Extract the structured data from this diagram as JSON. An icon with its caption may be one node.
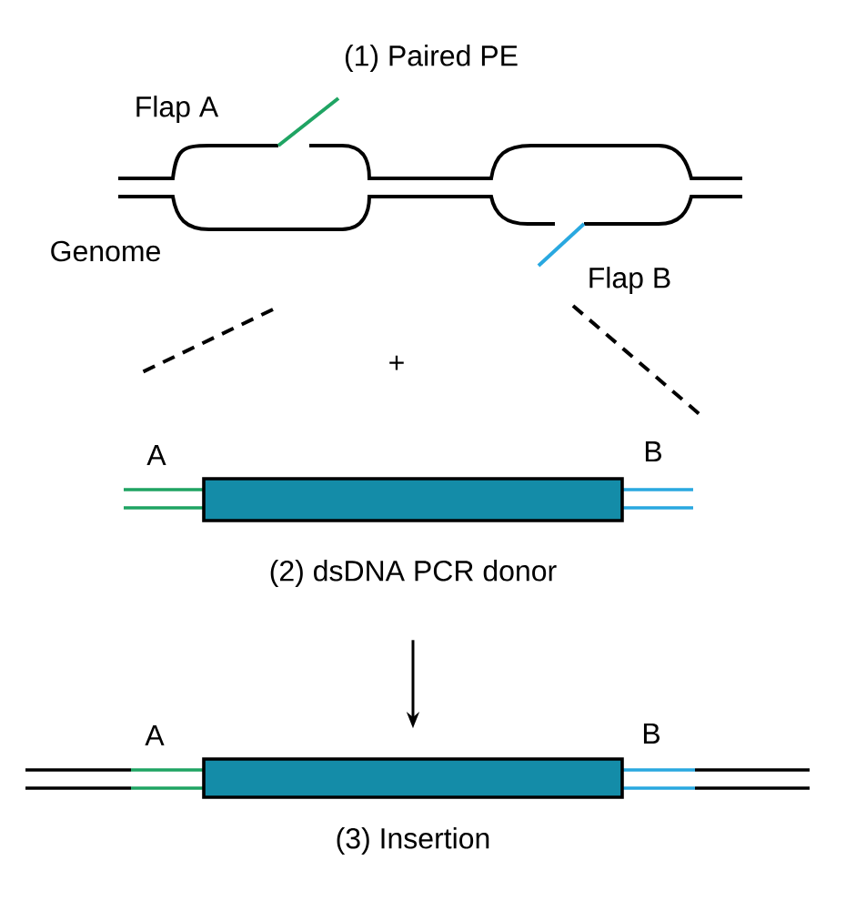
{
  "diagram": {
    "nodes": [
      {
        "text": [
          "(2) dsDNA PCR donor"
        ]
      },
      {
        "text": [
          "(3) Insertion"
        ]
      }
    ],
    "edges": [
      {
        "from": 0,
        "to": 1,
        "arrow": "to"
      }
    ],
    "labels": [
      "(1) Paired PE",
      "Flap A",
      "Genome",
      "Flap B",
      "+",
      "A",
      "B",
      "A",
      "B"
    ]
  }
}
